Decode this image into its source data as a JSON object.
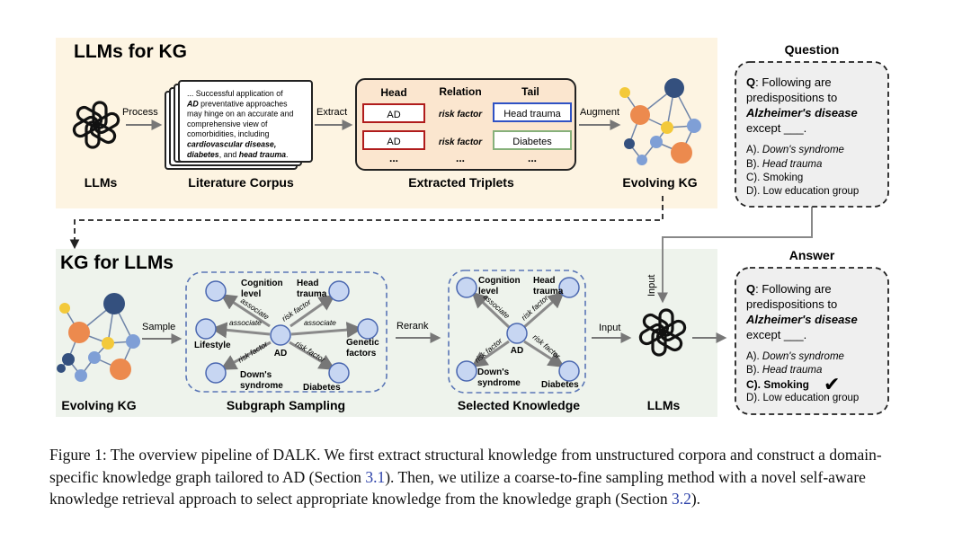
{
  "top_panel": {
    "title": "LLMs for KG",
    "llm_label": "LLMs",
    "process_label": "Process",
    "corpus_label": "Literature Corpus",
    "corpus_text": [
      {
        "t": "... Successful application of",
        "s": "n"
      },
      {
        "t": "AD",
        "s": "bi",
        "tail": " preventative approaches"
      },
      {
        "t": "may hinge on an accurate and",
        "s": "n"
      },
      {
        "t": "comprehensive view of",
        "s": "n"
      },
      {
        "t": "comorbidities, including",
        "s": "n"
      },
      {
        "t": "cardiovascular disease,",
        "s": "bi"
      },
      {
        "t": "diabetes",
        "s": "bi",
        "tail": ", and ",
        "t2": "head trauma",
        "tail2": "."
      }
    ],
    "extract_label": "Extract",
    "triplet_headers": [
      "Head",
      "Relation",
      "Tail"
    ],
    "triplets": [
      {
        "head": "AD",
        "relation": "risk factor",
        "tail": "Head trauma"
      },
      {
        "head": "AD",
        "relation": "risk factor",
        "tail": "Diabetes"
      }
    ],
    "ellipsis": "...",
    "triplets_label": "Extracted Triplets",
    "augment_label": "Augment",
    "kg_label": "Evolving KG"
  },
  "bottom_panel": {
    "title": "KG for LLMs",
    "kg_label": "Evolving KG",
    "sample_label": "Sample",
    "subgraph_label": "Subgraph Sampling",
    "rerank_label": "Rerank",
    "selected_label": "Selected Knowledge",
    "input_label": "Input",
    "llm_label": "LLMs",
    "nodes": {
      "center": "AD",
      "cognition": [
        "Cognition",
        "level"
      ],
      "head": [
        "Head",
        "trauma"
      ],
      "lifestyle": "Lifestyle",
      "genetic": [
        "Genetic",
        "factors"
      ],
      "downs": [
        "Down's",
        "syndrome"
      ],
      "diabetes": "Diabetes"
    },
    "edges": {
      "associate": "associate",
      "risk_factor": "risk factor"
    }
  },
  "side": {
    "question_title": "Question",
    "answer_title": "Answer",
    "input_label": "Input",
    "q_prefix": "Q",
    "q_line1": ": Following are",
    "q_line2": "predispositions to",
    "q_disease": "Alzheimer's disease",
    "q_line4": "except ___.",
    "options": [
      {
        "letter": "A). ",
        "text": "Down's syndrome",
        "italic": true
      },
      {
        "letter": "B). ",
        "text": "Head trauma",
        "italic": true
      },
      {
        "letter": "C). ",
        "text": "Smoking",
        "italic": false
      },
      {
        "letter": "D). ",
        "text": "Low education group",
        "italic": false
      }
    ],
    "answer_option": "C). Smoking",
    "check_mark": "✔"
  },
  "caption": {
    "prefix": "Figure 1: The overview pipeline of DALK. We first extract structural knowledge from unstructured corpora and construct a domain-specific knowledge graph tailored to AD (Section ",
    "ref1": "3.1",
    "mid": "). Then, we utilize a coarse-to-fine sampling method with a novel self-aware knowledge retrieval approach to select appropriate knowledge from the knowledge graph (Section ",
    "ref2": "3.2",
    "suffix": ")."
  },
  "colors": {
    "top_panel_bg": "#fdf4e2",
    "bottom_panel_bg": "#eef3ec",
    "triplet_box_bg": "#fbe6cf",
    "head_border": "#b01c1c",
    "tail_blue": "#2f52c4",
    "tail_green": "#86b07a",
    "node_fill": "#c7d6f2",
    "node_stroke": "#4a67b0",
    "dashed_border": "#5a76b6",
    "kg_navy": "#34507e",
    "kg_orange": "#ec8a4e",
    "kg_yellow": "#f3c93a",
    "kg_blue": "#7f9fd6",
    "qa_bg": "#efefef"
  }
}
